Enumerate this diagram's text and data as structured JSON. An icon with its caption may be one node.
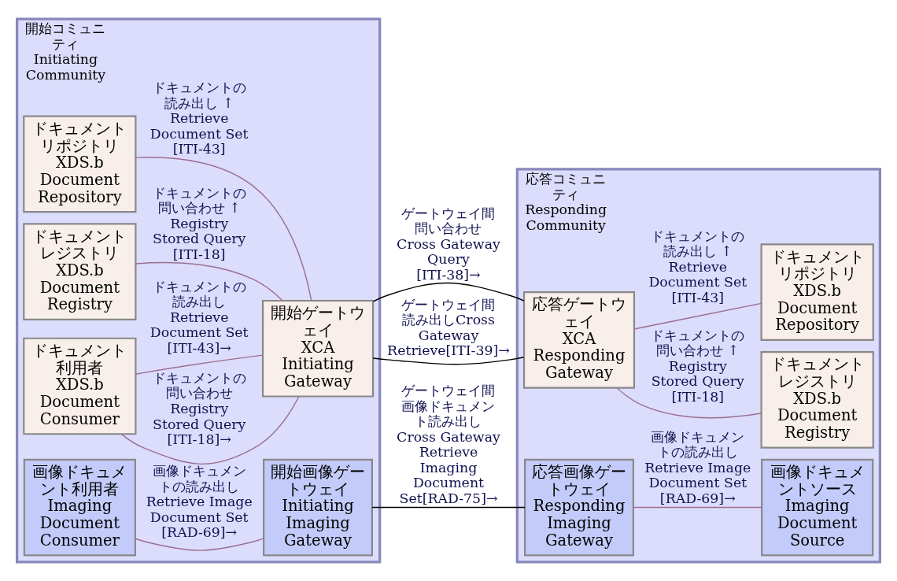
{
  "diagram": {
    "nodes": [
      {
        "text": [
          "開始コミュニティ",
          "Initiating Community"
        ]
      },
      {
        "text": [
          "ドキュメントリポジトリ",
          "XDS.b Document Repository"
        ],
        "in": 0
      },
      {
        "text": [
          "ドキュメントレジストリ",
          "XDS.b Document Registry"
        ],
        "in": 0
      },
      {
        "text": [
          "ドキュメント利用者",
          "XDS.b Document Consumer"
        ],
        "in": 0
      },
      {
        "text": [
          "開始ゲートウェイ",
          "XCA Initiating Gateway"
        ],
        "in": 0
      },
      {
        "text": [
          "画像ドキュメント利用者",
          "Imaging Document Consumer"
        ],
        "in": 0
      },
      {
        "text": [
          "開始画像ゲートウェイ",
          "Initiating Imaging Gateway"
        ],
        "in": 0
      },
      {
        "text": [
          "応答コミュニティ",
          "Responding Community"
        ]
      },
      {
        "text": [
          "ドキュメントレジストリ",
          "XDS.b Document Registry"
        ],
        "in": 7
      },
      {
        "text": [
          "ドキュメントリポジトリ",
          "XDS.b Document Repository"
        ],
        "in": 7
      },
      {
        "text": [
          "応答ゲートウェイ",
          "XCA Responding Gateway"
        ],
        "in": 7
      },
      {
        "text": [
          "応答画像ゲートウェイ",
          "Responding Imaging Gateway"
        ],
        "in": 7
      },
      {
        "text": [
          "画像ドキュメントソース",
          "Imaging Document Source"
        ],
        "in": 7
      }
    ],
    "edges": [
      {
        "from": 1,
        "to": 4,
        "arrow": "none",
        "label": "ドキュメントの読み出し ↑ Retrieve Document Set [ITI-43]"
      },
      {
        "from": 2,
        "to": 4,
        "arrow": "none",
        "label": "ドキュメントの問い合わせ ↑ Registry Stored Query [ITI-18]"
      },
      {
        "from": 3,
        "to": 4,
        "arrow": "none",
        "label": "ドキュメントの問い合わせ Registry Stored Query [ITI-18]→"
      },
      {
        "from": 3,
        "to": 4,
        "arrow": "none",
        "label": "ドキュメントの読み出し Retrieve Document Set [ITI-43]→"
      },
      {
        "from": 5,
        "to": 6,
        "arrow": "none",
        "label": "画像ドキュメントの読み出し Retrieve Image Document Set [RAD-69]→"
      },
      {
        "from": 4,
        "to": 10,
        "arrow": "none",
        "color": "#000000",
        "label": "ゲートウェイ間問い合わせCross Gateway Query [ITI-38]→"
      },
      {
        "from": 4,
        "to": 10,
        "arrow": "none",
        "color": "#000000",
        "label": "ゲートウェイ間読み出しCross Gateway Retrieve[ITI-39]→"
      },
      {
        "from": 6,
        "to": 11,
        "arrow": "none",
        "color": "#000000",
        "label": "ゲートウェイ間画像ドキュメント読み出し Cross Gateway Retrieve Imaging Document Set[RAD-75]→"
      },
      {
        "from": 10,
        "to": 8,
        "arrow": "none",
        "label": "ドキュメントの問い合わせ ↑ Registry Stored Query [ITI-18]"
      },
      {
        "from": 10,
        "to": 9,
        "arrow": "none",
        "label": "ドキュメントの読み出し ↑ Retrieve Document Set [ITI-43]"
      },
      {
        "from": 11,
        "to": 12,
        "arrow": "none",
        "label": "画像ドキュメントの読み出し Retrieve Image Document Set [RAD-69]→"
      }
    ]
  }
}
